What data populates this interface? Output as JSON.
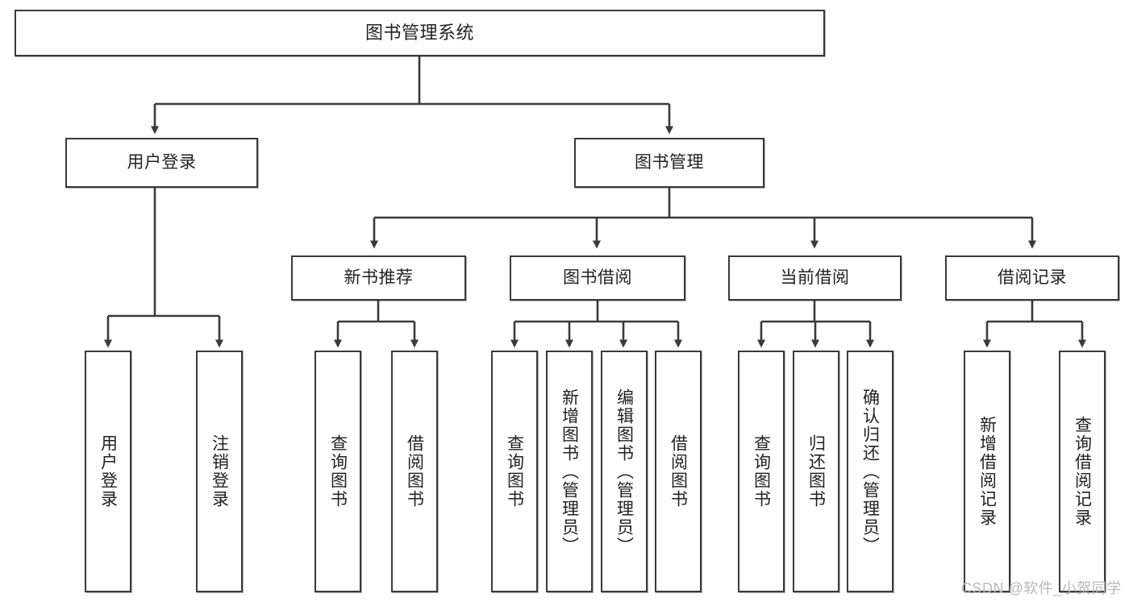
{
  "diagram": {
    "title": "图书管理系统",
    "type": "hierarchy-tree",
    "watermark": "CSDN @软件_小贺同学",
    "colors": {
      "stroke": "#3a3a3a",
      "fill": "#ffffff",
      "text": "#222222",
      "watermark": "#b9b9b9"
    },
    "levels": {
      "root": "图书管理系统",
      "level2": [
        "用户登录",
        "图书管理"
      ],
      "level3": [
        "新书推荐",
        "图书借阅",
        "当前借阅",
        "借阅记录"
      ]
    },
    "nodes": {
      "root": {
        "label": "图书管理系统"
      },
      "user_login": {
        "label": "用户登录"
      },
      "book_manage": {
        "label": "图书管理"
      },
      "new_book_rec": {
        "label": "新书推荐"
      },
      "book_borrow": {
        "label": "图书借阅"
      },
      "current_borrow": {
        "label": "当前借阅"
      },
      "borrow_record": {
        "label": "借阅记录"
      },
      "leaf_user_login": {
        "label": "用户登录"
      },
      "leaf_logout": {
        "label": "注销登录"
      },
      "leaf_query_book_1": {
        "label": "查询图书"
      },
      "leaf_borrow_book_1": {
        "label": "借阅图书"
      },
      "leaf_query_book_2": {
        "label": "查询图书"
      },
      "leaf_add_book": {
        "label": "新增图书（管理员）"
      },
      "leaf_edit_book": {
        "label": "编辑图书（管理员）"
      },
      "leaf_borrow_book_2": {
        "label": "借阅图书"
      },
      "leaf_query_book_3": {
        "label": "查询图书"
      },
      "leaf_return_book": {
        "label": "归还图书"
      },
      "leaf_confirm_return": {
        "label": "确认归还（管理员）"
      },
      "leaf_add_record": {
        "label": "新增借阅记录"
      },
      "leaf_query_record": {
        "label": "查询借阅记录"
      }
    },
    "edges": [
      {
        "from": "root",
        "to": "user_login"
      },
      {
        "from": "root",
        "to": "book_manage"
      },
      {
        "from": "user_login",
        "to": "leaf_user_login"
      },
      {
        "from": "user_login",
        "to": "leaf_logout"
      },
      {
        "from": "book_manage",
        "to": "new_book_rec"
      },
      {
        "from": "book_manage",
        "to": "book_borrow"
      },
      {
        "from": "book_manage",
        "to": "current_borrow"
      },
      {
        "from": "book_manage",
        "to": "borrow_record"
      },
      {
        "from": "new_book_rec",
        "to": "leaf_query_book_1"
      },
      {
        "from": "new_book_rec",
        "to": "leaf_borrow_book_1"
      },
      {
        "from": "book_borrow",
        "to": "leaf_query_book_2"
      },
      {
        "from": "book_borrow",
        "to": "leaf_add_book"
      },
      {
        "from": "book_borrow",
        "to": "leaf_edit_book"
      },
      {
        "from": "book_borrow",
        "to": "leaf_borrow_book_2"
      },
      {
        "from": "current_borrow",
        "to": "leaf_query_book_3"
      },
      {
        "from": "current_borrow",
        "to": "leaf_return_book"
      },
      {
        "from": "current_borrow",
        "to": "leaf_confirm_return"
      },
      {
        "from": "borrow_record",
        "to": "leaf_add_record"
      },
      {
        "from": "borrow_record",
        "to": "leaf_query_record"
      }
    ]
  }
}
